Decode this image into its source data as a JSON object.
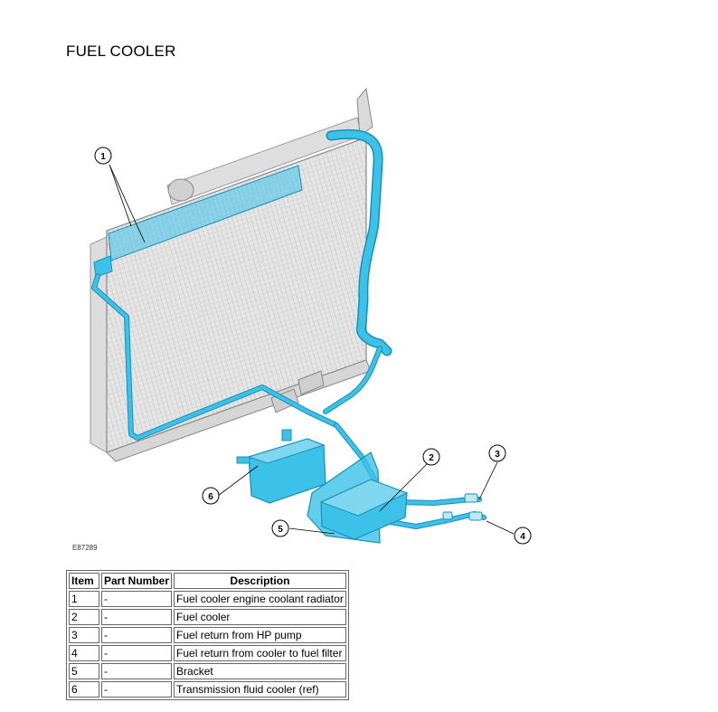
{
  "title": "FUEL COOLER",
  "figure_id": "E87289",
  "callouts": [
    "1",
    "2",
    "3",
    "4",
    "5",
    "6"
  ],
  "colors": {
    "highlight": "#3cc1e8",
    "outline": "#1a8fb8",
    "line": "#000000",
    "radiator": "#e3e3e3"
  },
  "table": {
    "headers": {
      "item": "Item",
      "part_number": "Part Number",
      "description": "Description"
    },
    "rows": [
      {
        "item": "1",
        "part_number": "-",
        "description": "Fuel cooler engine coolant radiator"
      },
      {
        "item": "2",
        "part_number": "-",
        "description": "Fuel cooler"
      },
      {
        "item": "3",
        "part_number": "-",
        "description": "Fuel return from HP pump"
      },
      {
        "item": "4",
        "part_number": "-",
        "description": "Fuel return from cooler to fuel filter"
      },
      {
        "item": "5",
        "part_number": "-",
        "description": "Bracket"
      },
      {
        "item": "6",
        "part_number": "-",
        "description": "Transmission fluid cooler (ref)"
      }
    ]
  }
}
